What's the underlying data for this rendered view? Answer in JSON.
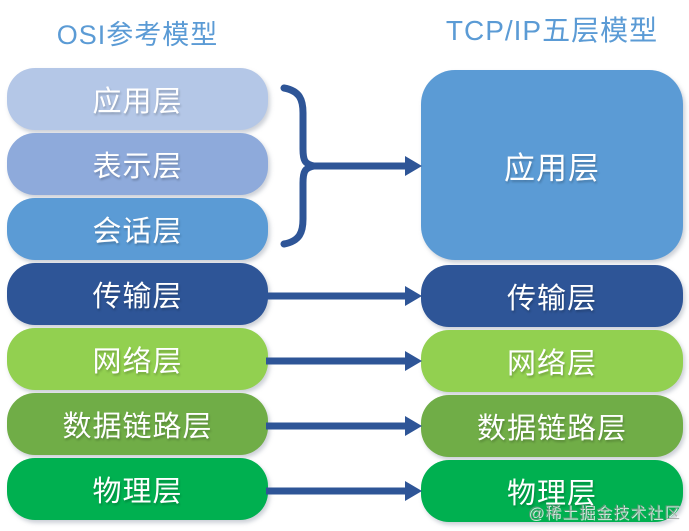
{
  "titles": {
    "left": "OSI参考模型",
    "right": "TCP/IP五层模型",
    "color": "#5B9BD5"
  },
  "osi_layers": [
    {
      "label": "应用层",
      "color": "#B4C7E7"
    },
    {
      "label": "表示层",
      "color": "#8EAADB"
    },
    {
      "label": "会话层",
      "color": "#5B9BD5"
    },
    {
      "label": "传输层",
      "color": "#2E5597"
    },
    {
      "label": "网络层",
      "color": "#92D050"
    },
    {
      "label": "数据链路层",
      "color": "#70AD47"
    },
    {
      "label": "物理层",
      "color": "#00B050"
    }
  ],
  "tcpip_layers": [
    {
      "label": "应用层",
      "color": "#5B9BD5"
    },
    {
      "label": "传输层",
      "color": "#2E5597"
    },
    {
      "label": "网络层",
      "color": "#92D050"
    },
    {
      "label": "数据链路层",
      "color": "#70AD47"
    },
    {
      "label": "物理层",
      "color": "#00B050"
    }
  ],
  "connectors": {
    "color": "#2E5597",
    "mapping_note": "OSI 应用层/表示层/会话层 → TCP/IP 应用层; 传输层→传输层; 网络层→网络层; 数据链路层→数据链路层; 物理层→物理层"
  },
  "watermark": "@稀土掘金技术社区"
}
